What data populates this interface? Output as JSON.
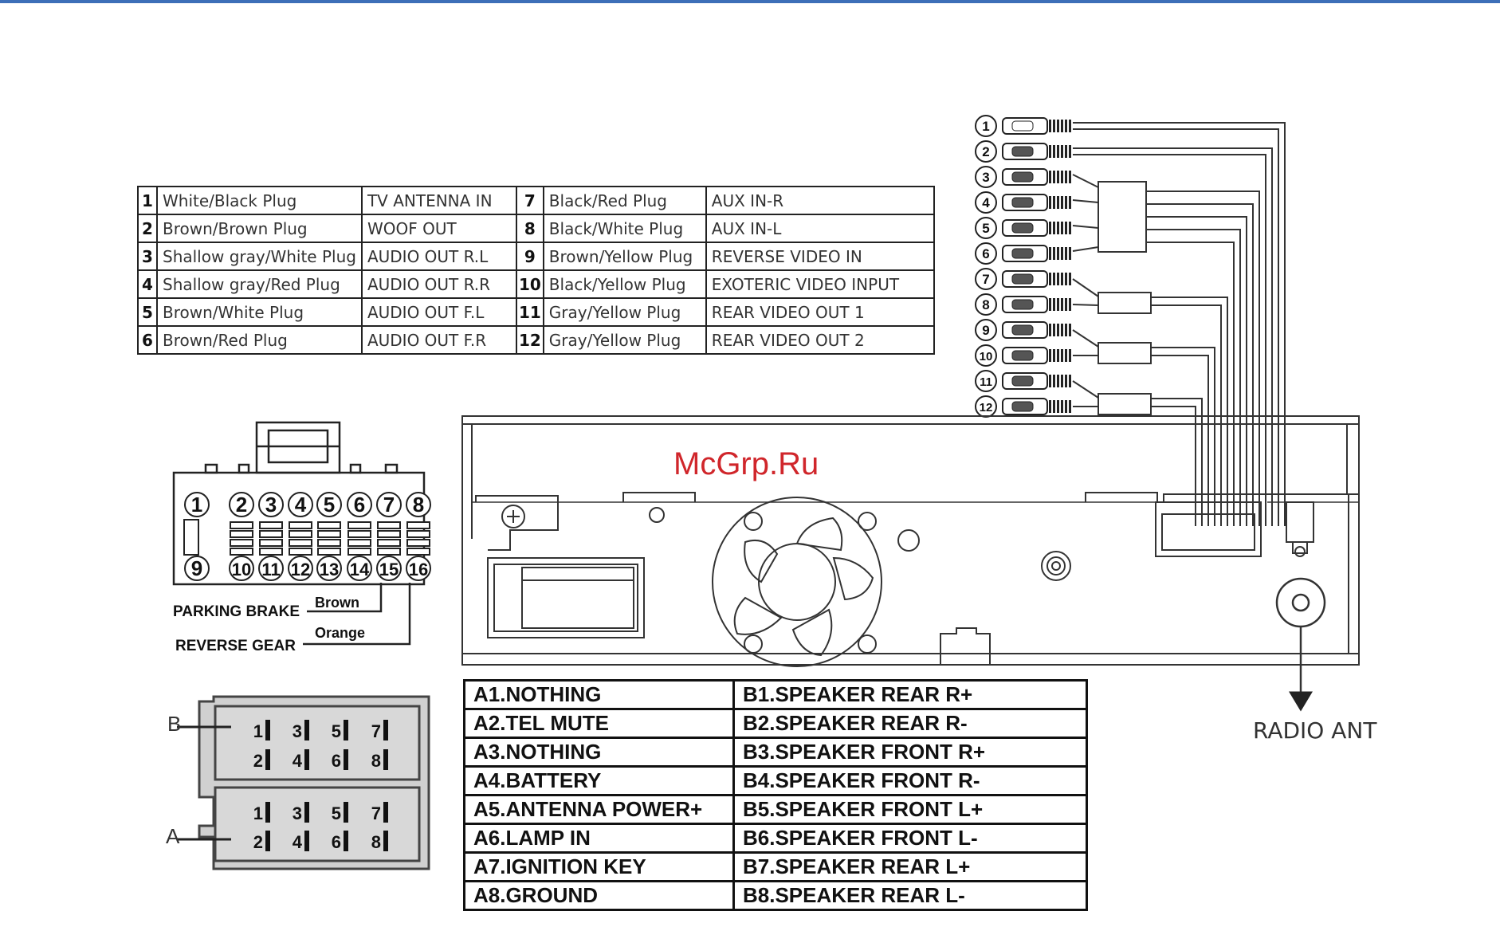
{
  "watermark": "McGrp.Ru",
  "rca_table": {
    "rows": [
      {
        "n1": "1",
        "c1": "White/Black Plug",
        "f1": "TV ANTENNA IN",
        "n2": "7",
        "c2": "Black/Red Plug",
        "f2": "AUX IN-R"
      },
      {
        "n1": "2",
        "c1": "Brown/Brown Plug",
        "f1": "WOOF OUT",
        "n2": "8",
        "c2": "Black/White Plug",
        "f2": "AUX IN-L"
      },
      {
        "n1": "3",
        "c1": "Shallow gray/White Plug",
        "f1": "AUDIO OUT R.L",
        "n2": "9",
        "c2": "Brown/Yellow Plug",
        "f2": "REVERSE VIDEO IN"
      },
      {
        "n1": "4",
        "c1": "Shallow gray/Red Plug",
        "f1": "AUDIO OUT R.R",
        "n2": "10",
        "c2": "Black/Yellow Plug",
        "f2": "EXOTERIC VIDEO INPUT"
      },
      {
        "n1": "5",
        "c1": "Brown/White Plug",
        "f1": "AUDIO OUT F.L",
        "n2": "11",
        "c2": "Gray/Yellow Plug",
        "f2": "REAR VIDEO OUT 1"
      },
      {
        "n1": "6",
        "c1": "Brown/Red Plug",
        "f1": "AUDIO OUT F.R",
        "n2": "12",
        "c2": "Gray/Yellow Plug",
        "f2": "REAR VIDEO OUT 2"
      }
    ]
  },
  "rca_plugs": [
    "1",
    "2",
    "3",
    "4",
    "5",
    "6",
    "7",
    "8",
    "9",
    "10",
    "11",
    "12"
  ],
  "connector16": {
    "top_pins": [
      "1",
      "2",
      "3",
      "4",
      "5",
      "6",
      "7",
      "8"
    ],
    "bottom_pins": [
      "9",
      "10",
      "11",
      "12",
      "13",
      "14",
      "15",
      "16"
    ],
    "parking_brake": "PARKING BRAKE",
    "parking_wire": "Brown",
    "reverse_gear": "REVERSE GEAR",
    "reverse_wire": "Orange"
  },
  "iso_connector": {
    "label_b": "B",
    "label_a": "A",
    "pins_top": [
      "1",
      "3",
      "5",
      "7"
    ],
    "pins_bottom": [
      "2",
      "4",
      "6",
      "8"
    ]
  },
  "iso_table": {
    "rows": [
      {
        "a": "A1.NOTHING",
        "b": "B1.SPEAKER REAR R+"
      },
      {
        "a": "A2.TEL MUTE",
        "b": "B2.SPEAKER REAR R-"
      },
      {
        "a": "A3.NOTHING",
        "b": "B3.SPEAKER FRONT R+"
      },
      {
        "a": "A4.BATTERY",
        "b": "B4.SPEAKER FRONT R-"
      },
      {
        "a": "A5.ANTENNA POWER+",
        "b": "B5.SPEAKER FRONT L+"
      },
      {
        "a": "A6.LAMP IN",
        "b": "B6.SPEAKER FRONT L-"
      },
      {
        "a": "A7.IGNITION KEY",
        "b": "B7.SPEAKER REAR L+"
      },
      {
        "a": "A8.GROUND",
        "b": "B8.SPEAKER REAR L-"
      }
    ]
  },
  "radio_ant": "RADIO ANT"
}
